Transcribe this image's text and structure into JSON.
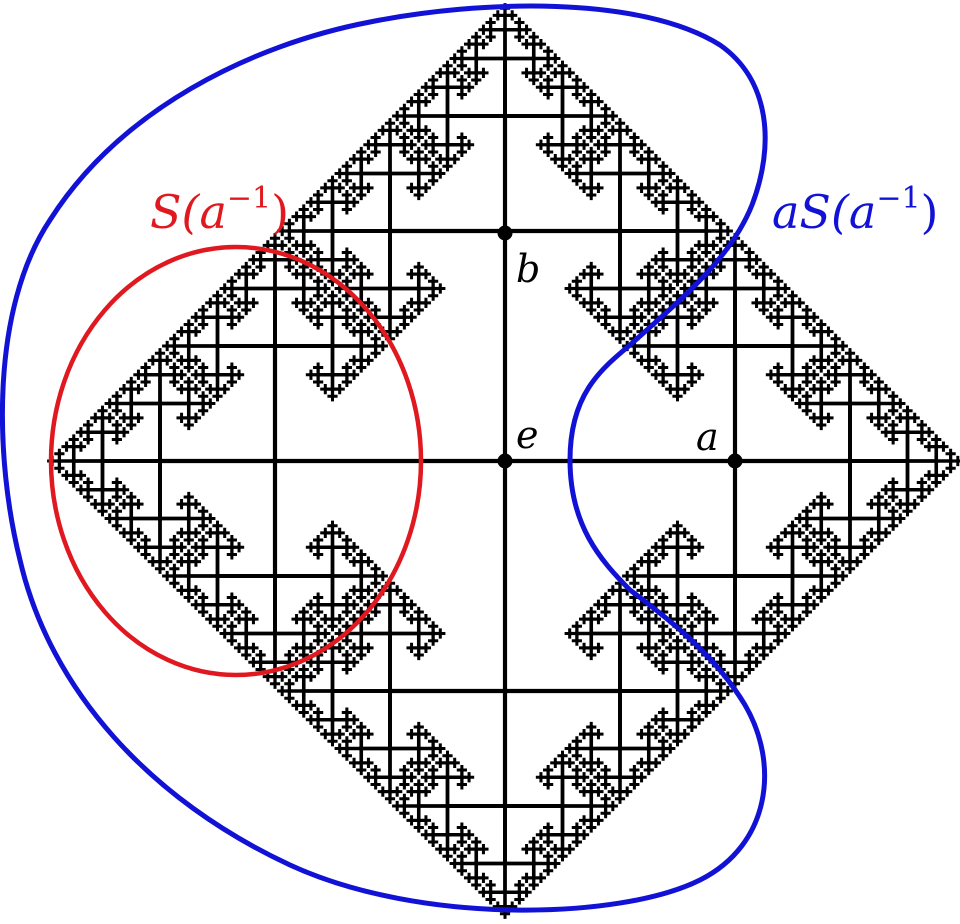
{
  "vertex_labels": {
    "identity": "e",
    "generator_a": "a",
    "generator_b": "b"
  },
  "region_labels": {
    "inner": {
      "open": "S(a",
      "exponent": "−1",
      "close": ")"
    },
    "outer": {
      "open": "aS(a",
      "exponent": "−1",
      "close": ")"
    }
  },
  "colors": {
    "tree": "#000000",
    "inner_region": "#e0181f",
    "outer_region": "#1212d6"
  },
  "tree": {
    "depth": 7,
    "length_ratio": 0.5
  }
}
